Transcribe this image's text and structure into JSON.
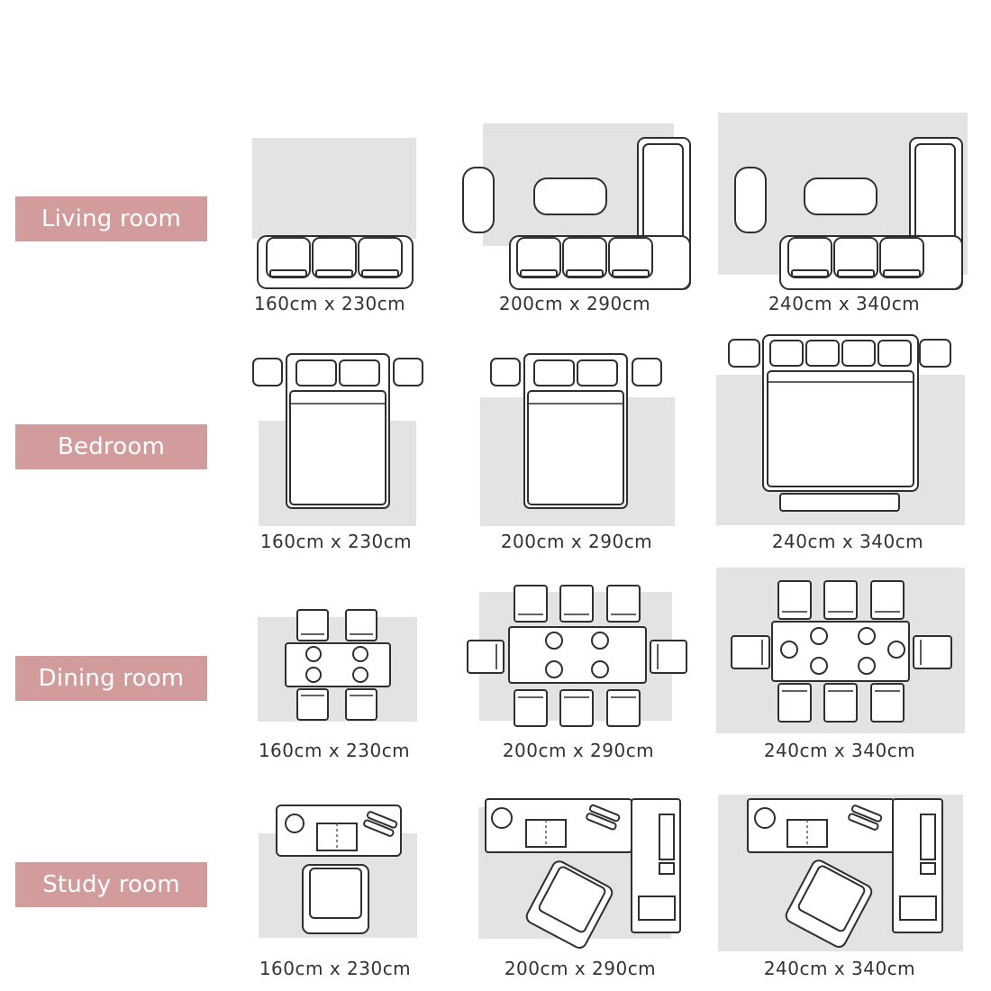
{
  "rows": [
    {
      "label": "Living room",
      "sizes": [
        "160cm x 230cm",
        "200cm x 290cm",
        "240cm x 340cm"
      ]
    },
    {
      "label": "Bedroom",
      "sizes": [
        "160cm x 230cm",
        "200cm x 290cm",
        "240cm x 340cm"
      ]
    },
    {
      "label": "Dining room",
      "sizes": [
        "160cm x 230cm",
        "200cm x 290cm",
        "240cm x 340cm"
      ]
    },
    {
      "label": "Study room",
      "sizes": [
        "160cm x 230cm",
        "200cm x 290cm",
        "240cm x 340cm"
      ]
    }
  ],
  "colors": {
    "label_bg": "#d39c9c",
    "rug": "#e3e3e3",
    "outline": "#2f2f2f"
  }
}
